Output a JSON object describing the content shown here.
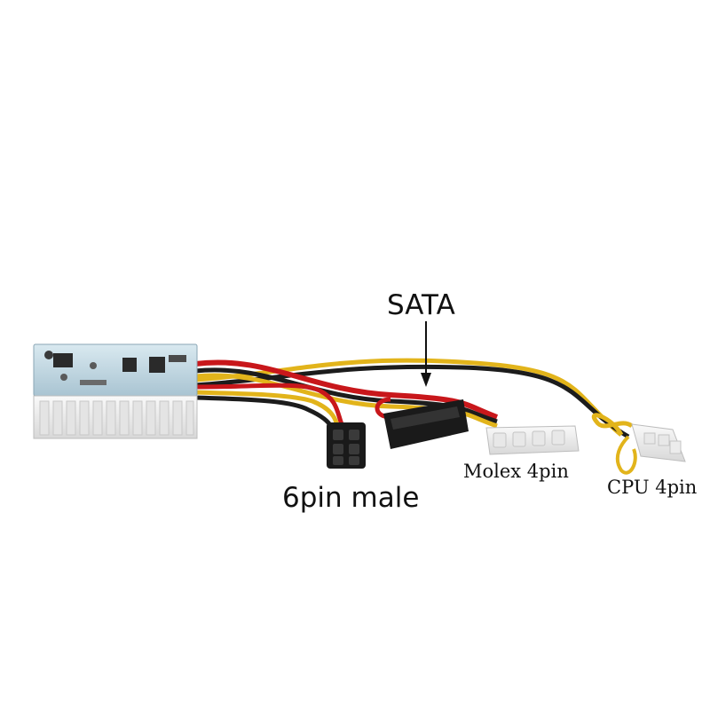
{
  "labels": {
    "sata": "SATA",
    "six_pin": "6pin male",
    "molex": "Molex 4pin",
    "cpu": "CPU 4pin"
  },
  "colors": {
    "background": "#ffffff",
    "pcb": "#c9dde6",
    "connector_white": "#f2f2f2",
    "connector_black": "#1a1a1a",
    "wire_red": "#c8171b",
    "wire_yellow": "#e2b41b",
    "wire_black": "#1c1c1c",
    "label_text": "#111111"
  }
}
